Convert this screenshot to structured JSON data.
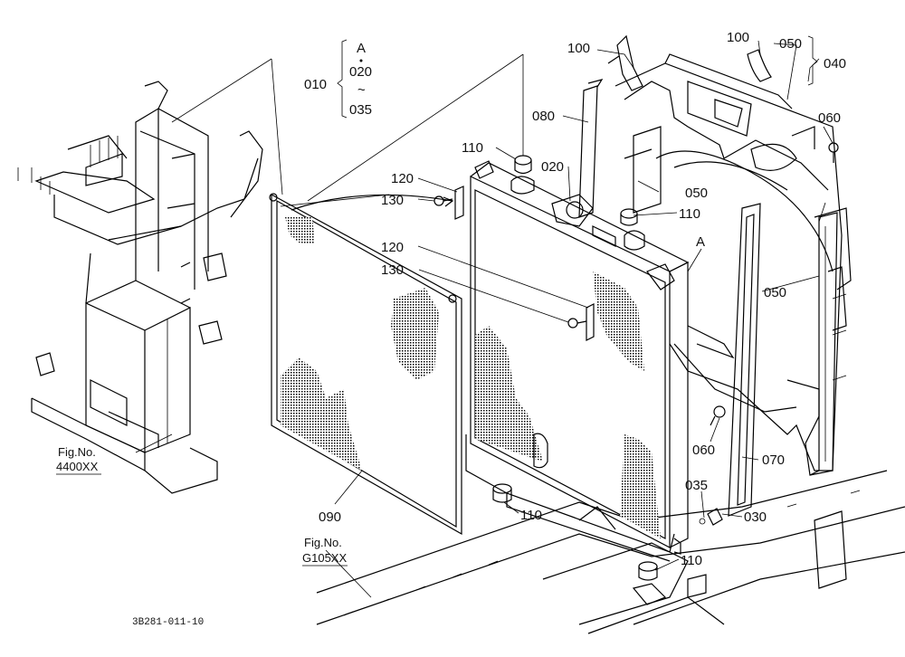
{
  "callouts": {
    "c100a": "100",
    "c100b": "100",
    "c050a": "050",
    "c040": "040",
    "c060a": "060",
    "c080": "080",
    "c110a": "110",
    "c020": "020",
    "c050b": "050",
    "c110b": "110",
    "c120a": "120",
    "c130a": "130",
    "cA": "A",
    "c120b": "120",
    "c130b": "130",
    "c050c": "050",
    "c060b": "060",
    "c070": "070",
    "c035": "035",
    "c030": "030",
    "c110c": "110",
    "c110d": "110",
    "c090": "090"
  },
  "group_label": {
    "main": "010",
    "top": "A",
    "mid": "020",
    "tilde": "~",
    "bottom": "035"
  },
  "fig_refs": {
    "left_title": "Fig.No.",
    "left_code": "4400XX",
    "bottom_title": "Fig.No.",
    "bottom_code": "G105XX"
  },
  "drawing_code": "3B281-011-10"
}
